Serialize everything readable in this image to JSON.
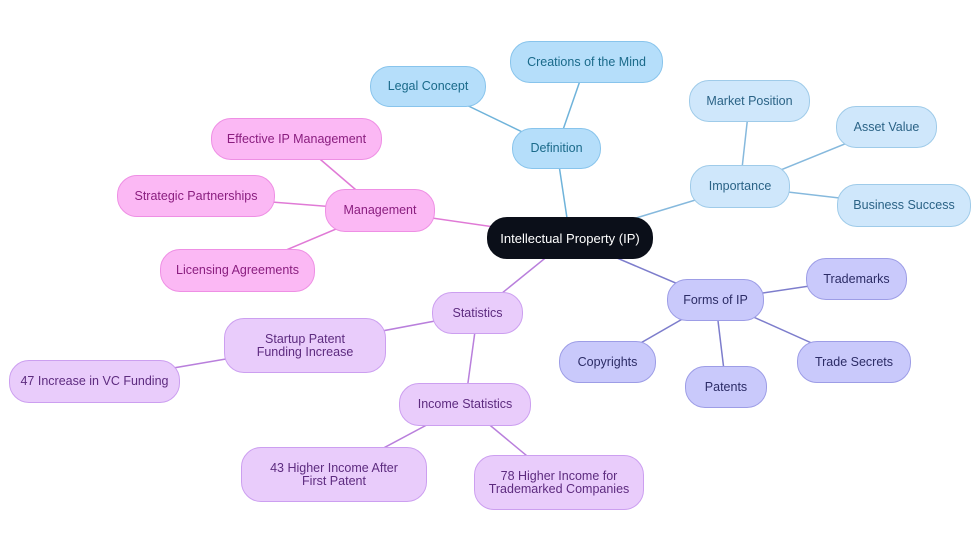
{
  "colors": {
    "root": "#0b0f19",
    "definition": "#b5defa",
    "importance": "#cfe7fb",
    "forms": "#c9c9fb",
    "statistics": "#e9ccfb",
    "management": "#fbb8f4",
    "edge_definition": "#6fb3da",
    "edge_importance": "#86b9dd",
    "edge_forms": "#7d7dcc",
    "edge_statistics": "#b97fdc",
    "edge_management": "#e07ad6"
  },
  "nodes": {
    "root": "Intellectual Property (IP)",
    "definition": "Definition",
    "legal_concept": "Legal Concept",
    "creations_mind": "Creations of the Mind",
    "importance": "Importance",
    "market_position": "Market Position",
    "asset_value": "Asset Value",
    "business_success": "Business Success",
    "forms": "Forms of IP",
    "trademarks": "Trademarks",
    "trade_secrets": "Trade Secrets",
    "patents": "Patents",
    "copyrights": "Copyrights",
    "statistics": "Statistics",
    "startup_funding": "Startup Patent Funding Increase",
    "vc_funding": "47 Increase in VC Funding",
    "income_statistics": "Income Statistics",
    "higher_income_patent": "43 Higher Income After First Patent",
    "higher_income_trademark": "78 Higher Income for Trademarked Companies",
    "management": "Management",
    "effective_ip": "Effective IP Management",
    "strategic_partnerships": "Strategic Partnerships",
    "licensing_agreements": "Licensing Agreements"
  },
  "edges": [
    [
      "root",
      "definition",
      "edge_definition"
    ],
    [
      "definition",
      "legal_concept",
      "edge_definition"
    ],
    [
      "definition",
      "creations_mind",
      "edge_definition"
    ],
    [
      "root",
      "importance",
      "edge_importance"
    ],
    [
      "importance",
      "market_position",
      "edge_importance"
    ],
    [
      "importance",
      "asset_value",
      "edge_importance"
    ],
    [
      "importance",
      "business_success",
      "edge_importance"
    ],
    [
      "root",
      "forms",
      "edge_forms"
    ],
    [
      "forms",
      "trademarks",
      "edge_forms"
    ],
    [
      "forms",
      "trade_secrets",
      "edge_forms"
    ],
    [
      "forms",
      "patents",
      "edge_forms"
    ],
    [
      "forms",
      "copyrights",
      "edge_forms"
    ],
    [
      "root",
      "statistics",
      "edge_statistics"
    ],
    [
      "statistics",
      "startup_funding",
      "edge_statistics"
    ],
    [
      "startup_funding",
      "vc_funding",
      "edge_statistics"
    ],
    [
      "statistics",
      "income_statistics",
      "edge_statistics"
    ],
    [
      "income_statistics",
      "higher_income_patent",
      "edge_statistics"
    ],
    [
      "income_statistics",
      "higher_income_trademark",
      "edge_statistics"
    ],
    [
      "root",
      "management",
      "edge_management"
    ],
    [
      "management",
      "effective_ip",
      "edge_management"
    ],
    [
      "management",
      "strategic_partnerships",
      "edge_management"
    ],
    [
      "management",
      "licensing_agreements",
      "edge_management"
    ]
  ]
}
